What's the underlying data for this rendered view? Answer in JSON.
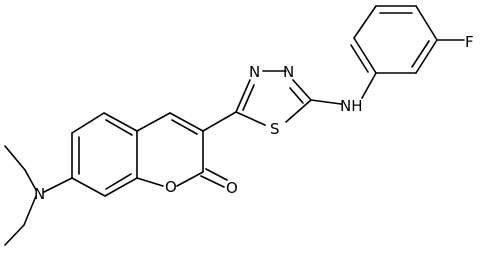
{
  "diagram": {
    "type": "chemical-structure",
    "atom_labels": {
      "n_amine": "N",
      "o_ring": "O",
      "o_carbonyl": "O",
      "n_thiadiazole_1": "N",
      "n_thiadiazole_2": "N",
      "s_thiadiazole": "S",
      "nh": "NH",
      "f": "F"
    },
    "colors": {
      "bond": "#000000",
      "label": "#000000",
      "background": "#ffffff"
    }
  }
}
